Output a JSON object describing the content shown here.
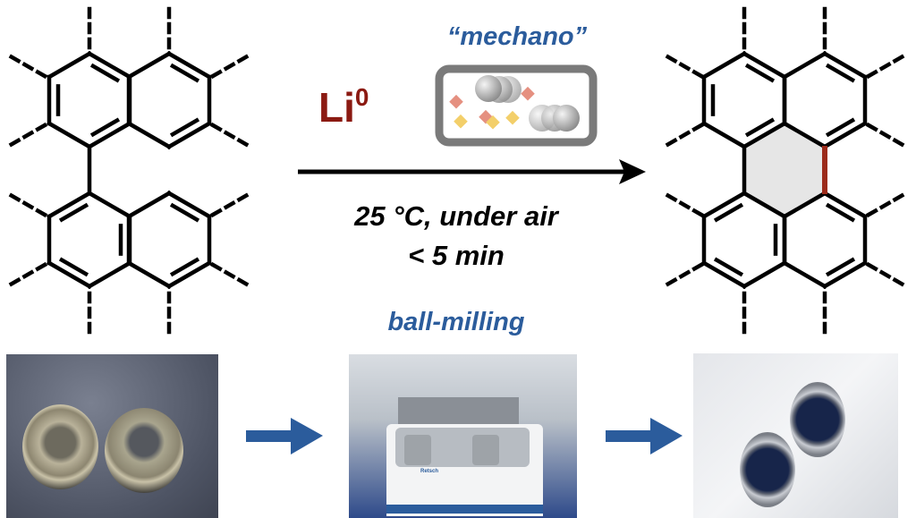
{
  "reagent": {
    "symbol": "Li",
    "superscript": "0"
  },
  "mechano_label": "“mechano”",
  "conditions": {
    "line1": "25 °C, under air",
    "line2": "< 5 min"
  },
  "method_label": "ball-milling",
  "photos": {
    "jar_logo_text": "Retsch"
  },
  "colors": {
    "reagent": "#8b1a12",
    "accent_blue": "#2b5c9c",
    "new_bond": "#9b2a1a",
    "new_ring_fill": "#e6e6e6"
  }
}
